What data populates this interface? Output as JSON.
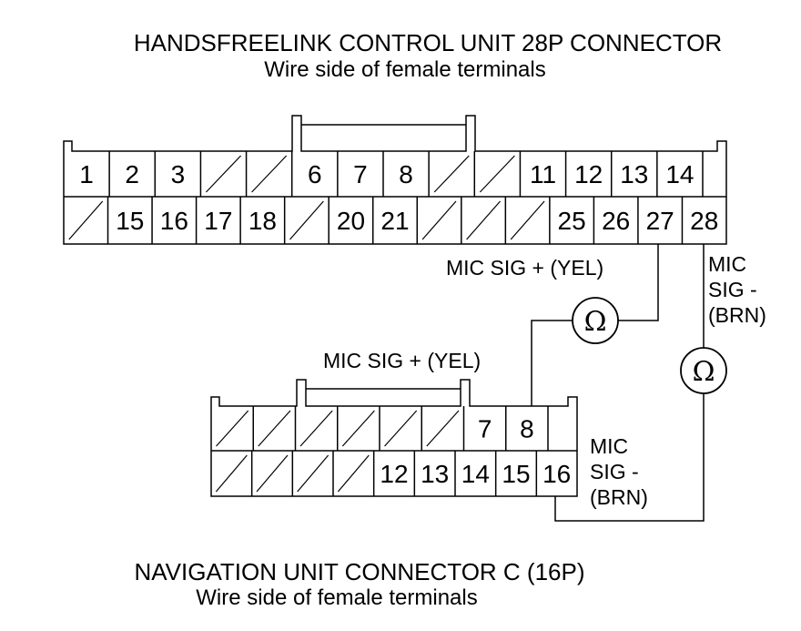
{
  "hfl": {
    "title": "HANDSFREELINK CONTROL UNIT 28P CONNECTOR",
    "subtitle": "Wire side of female terminals",
    "top_row": [
      "1",
      "2",
      "3",
      "",
      "",
      "6",
      "7",
      "8",
      "",
      "",
      "11",
      "12",
      "13",
      "14"
    ],
    "bottom_row": [
      "",
      "15",
      "16",
      "17",
      "18",
      "",
      "20",
      "21",
      "",
      "",
      "",
      "25",
      "26",
      "27",
      "28"
    ]
  },
  "nav": {
    "title": "NAVIGATION UNIT CONNECTOR C (16P)",
    "subtitle": "Wire side of female terminals",
    "top_row": [
      "",
      "",
      "",
      "",
      "",
      "",
      "7",
      "8"
    ],
    "bottom_row": [
      "",
      "",
      "",
      "",
      "12",
      "13",
      "14",
      "15",
      "16"
    ]
  },
  "labels": {
    "mic_plus_hfl": "MIC SIG + (YEL)",
    "mic_minus_hfl": [
      "MIC",
      "SIG -",
      "(BRN)"
    ],
    "mic_plus_nav": "MIC SIG + (YEL)",
    "mic_minus_nav": [
      "MIC",
      "SIG -",
      "(BRN)"
    ]
  },
  "meter_symbol": "Ω"
}
